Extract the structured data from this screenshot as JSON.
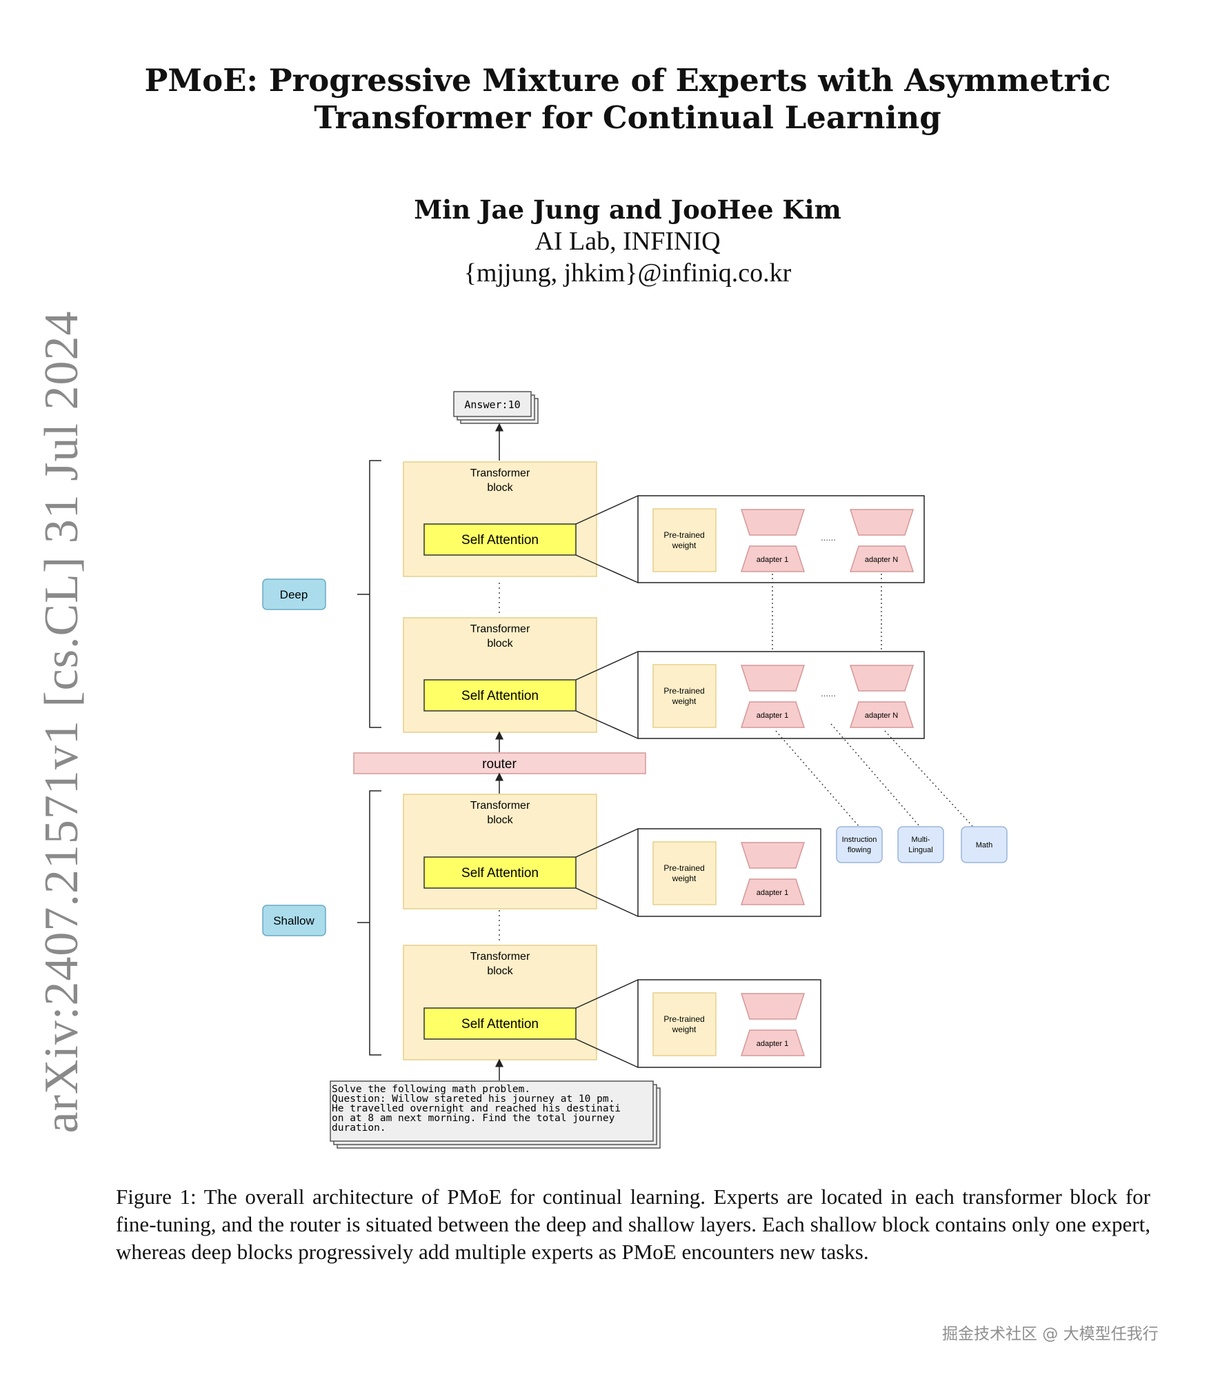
{
  "paper": {
    "title_line1": "PMoE: Progressive Mixture of Experts with Asymmetric",
    "title_line2": "Transformer for Continual Learning",
    "authors": "Min Jae Jung and JooHee Kim",
    "affiliation": "AI Lab, INFINIQ",
    "email": "{mjjung, jhkim}@infiniq.co.kr",
    "arxiv_stamp": "arXiv:2407.21571v1  [cs.CL]  31 Jul 2024"
  },
  "figure": {
    "answer": "Answer:10",
    "transformer_block_line1": "Transformer",
    "transformer_block_line2": "block",
    "self_attention": "Self Attention",
    "router": "router",
    "deep_label": "Deep",
    "shallow_label": "Shallow",
    "pretrained_line1": "Pre-trained",
    "pretrained_line2": "weight",
    "adapter_1": "adapter 1",
    "adapter_n": "adapter N",
    "ellipsis": "......",
    "task_instruction_line1": "Instruction",
    "task_instruction_line2": "flowing",
    "task_multilingual_line1": "Multi-",
    "task_multilingual_line2": "Lingual",
    "task_math": "Math",
    "input_text": [
      "Solve the following math problem.",
      "Question: Willow stareted his journey at 10 pm.",
      "He travelled overnight and reached his destinati",
      "on at 8 am next morning. Find the total journey",
      "duration."
    ]
  },
  "caption": "Figure 1: The overall architecture of PMoE for continual learning. Experts are located in each transformer block for fine-tuning, and the router is situated between the deep and shallow layers. Each shallow block contains only one expert, whereas deep blocks progressively add multiple experts as PMoE encounters new tasks.",
  "watermark": "掘金技术社区 @ 大模型任我行",
  "colors": {
    "block_fill": "#fdefc9",
    "self_attention_fill": "#ffff66",
    "router_fill": "#f9d4d4",
    "adapter_fill": "#f7cccc",
    "deep_shallow_fill": "#aadcec",
    "task_fill": "#dbe8fb"
  }
}
